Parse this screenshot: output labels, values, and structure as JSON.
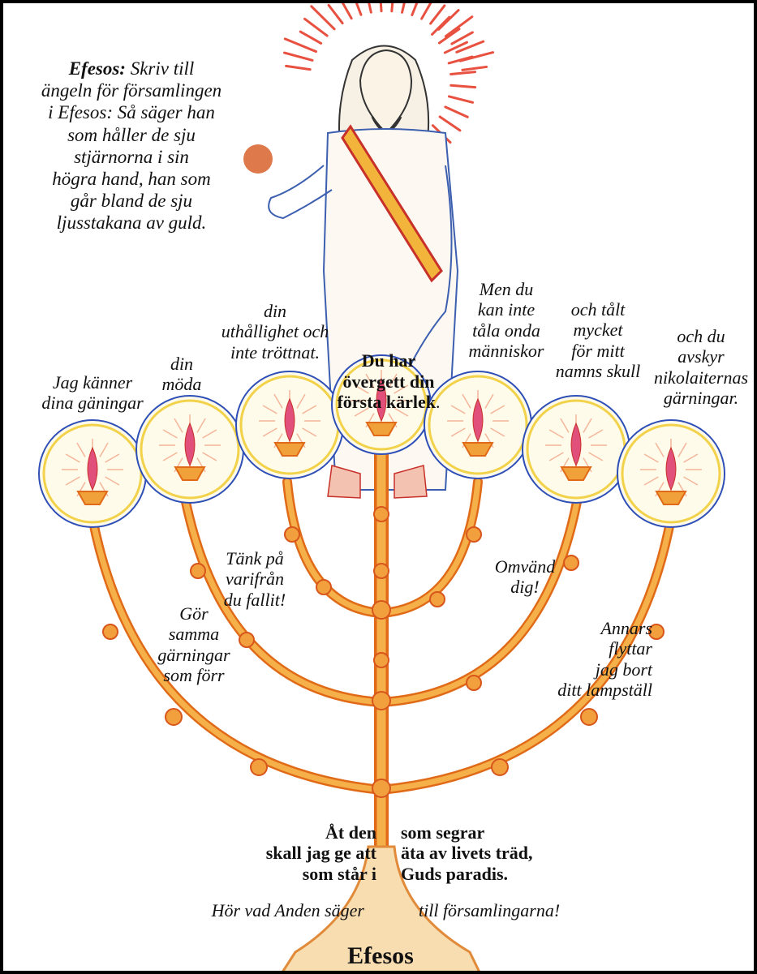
{
  "intro": {
    "label": "Efesos:",
    "text": " Skriv till\nängeln för församlingen\ni Efesos: Så säger han\nsom håller de sju\nstjärnorna i sin\nhögra hand, han som\ngår bland de sju\nljusstakana av guld."
  },
  "lamps": {
    "l1": "Jag känner\ndina gäningar",
    "l2": "din\nmöda",
    "l3": "din\nuthållighet och\ninte  tröttnat.",
    "l4": "Du har\növergett din\nförsta kärlek",
    "l4_period": ".",
    "l5": "Men du\nkan inte\ntåla onda\nmänniskor",
    "l6": "och tålt\nmycket\nför mitt\nnamns skull",
    "l7": "och du\navskyr\nnikolaiternas\ngärningar."
  },
  "arms": {
    "tank": "Tänk på\nvarifrån\ndu fallit!",
    "gor": "Gör\nsamma\ngärningar\nsom förr",
    "omvand": "Omvänd\ndig!",
    "annars": "Annars\nflyttar\njag bort\nditt lampställ"
  },
  "promise": {
    "left": "Åt den\nskall jag ge att\nsom står i",
    "right": "som segrar\näta av livets träd,\nGuds paradis."
  },
  "hear": {
    "left": "Hör vad Anden säger",
    "right": "till församlingarna!"
  },
  "title": "Efesos",
  "colors": {
    "stand": "#f0a13a",
    "stand_stroke": "#e06a18",
    "flame": "#e0507a",
    "halo_blue": "#2f4fb8",
    "halo_yellow": "#f2d24a",
    "robe": "#3c5fb0",
    "sash_red": "#c8302a",
    "sash_yellow": "#f3b43c",
    "rays": "#e85040",
    "border": "#000000"
  }
}
